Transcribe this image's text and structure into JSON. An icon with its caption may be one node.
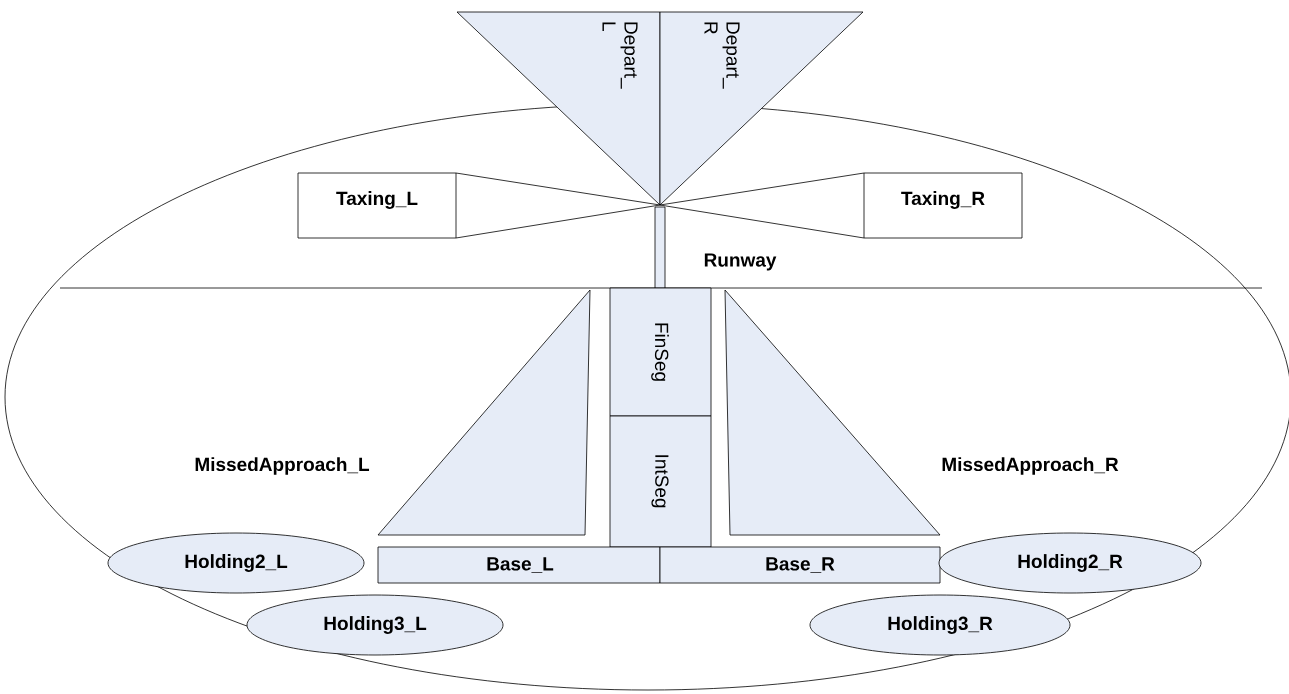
{
  "diagram": {
    "nodes": [
      {
        "text": [
          "Depart_ L"
        ]
      },
      {
        "text": [
          "Depart_ R"
        ]
      },
      {
        "text": [
          "Taxing_L"
        ]
      },
      {
        "text": [
          "Taxing_R"
        ]
      },
      {
        "text": [
          "Runway"
        ]
      },
      {
        "text": [
          "FinSeg"
        ]
      },
      {
        "text": [
          "IntSeg"
        ]
      },
      {
        "text": [
          "MissedApproach_L"
        ]
      },
      {
        "text": [
          "MissedApproach_R"
        ]
      },
      {
        "text": [
          "Base_L"
        ]
      },
      {
        "text": [
          "Base_R"
        ]
      },
      {
        "text": [
          "Holding2_L"
        ]
      },
      {
        "text": [
          "Holding2_R"
        ]
      },
      {
        "text": [
          "Holding3_L"
        ]
      },
      {
        "text": [
          "Holding3_R"
        ]
      }
    ]
  }
}
